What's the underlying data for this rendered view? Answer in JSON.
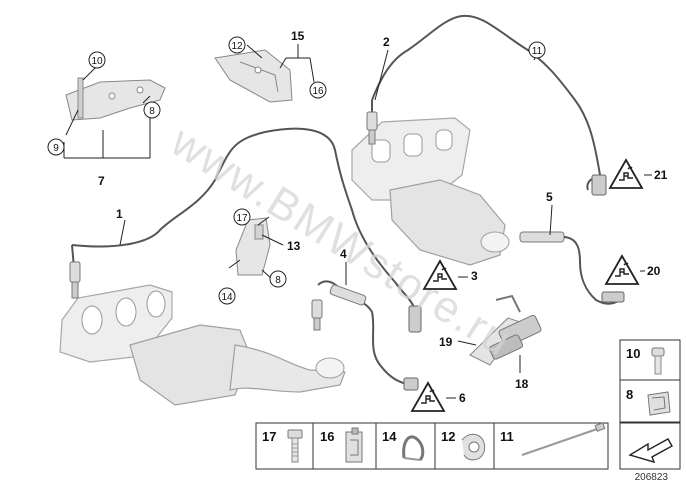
{
  "watermark": "www.BMWstore.ru",
  "diagram_number": "206823",
  "callouts": {
    "p1": "1",
    "p2": "2",
    "p3": "3",
    "p4": "4",
    "p5": "5",
    "p6": "6",
    "p7": "7",
    "p8a": "8",
    "p8b": "8",
    "p9": "9",
    "p10": "10",
    "p11": "11",
    "p12": "12",
    "p13": "13",
    "p14": "14",
    "p15": "15",
    "p16": "16",
    "p17": "17",
    "p18": "18",
    "p19": "19",
    "p20": "20",
    "p21": "21"
  },
  "parts_strip": [
    "17",
    "16",
    "14",
    "12",
    "11"
  ],
  "side_panel": [
    "10",
    "8"
  ],
  "colors": {
    "line": "#222222",
    "part_fill": "#e6e6e6",
    "part_stroke": "#9a9a9a",
    "watermark": "#d6d6d6",
    "warning": "#ffffff"
  },
  "icons": [
    "warning-triangle-icon",
    "plug-icon",
    "arrow-icon"
  ]
}
